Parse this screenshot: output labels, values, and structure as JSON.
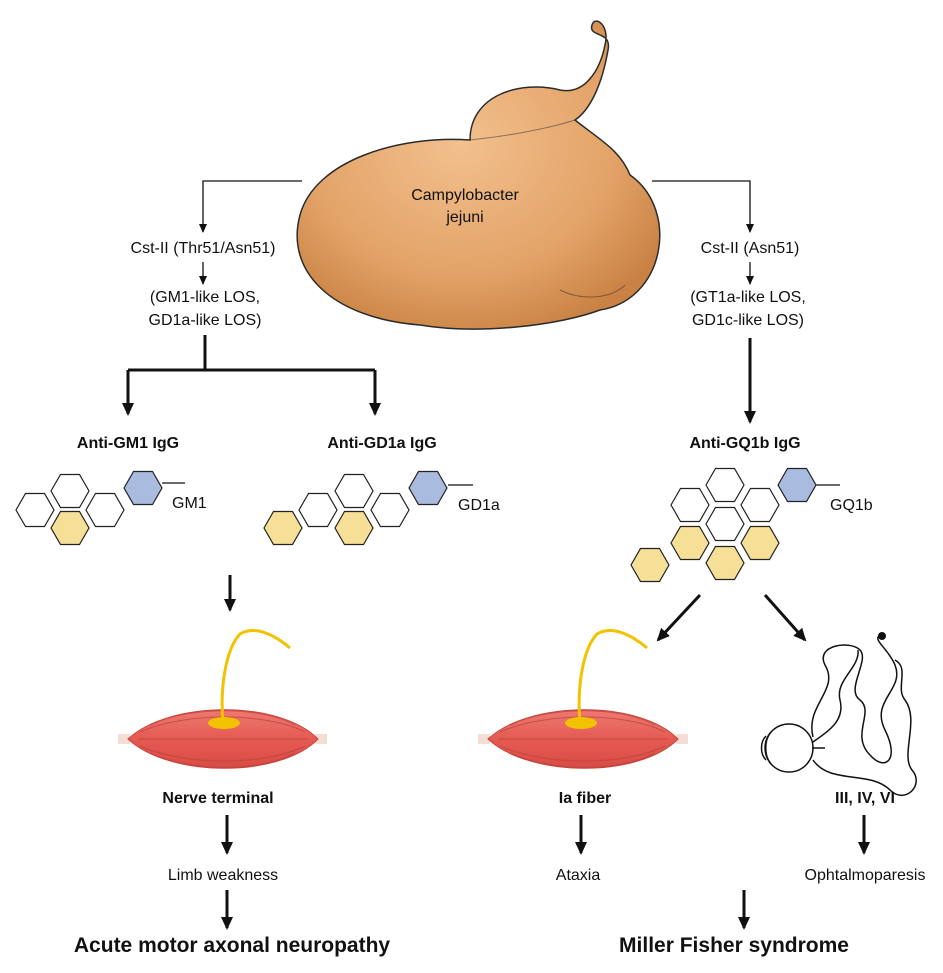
{
  "bacterium": {
    "line1": "Campylobacter",
    "line2": "jejuni"
  },
  "left_branch": {
    "enzyme": "Cst-II (Thr51/Asn51)",
    "los_line1": "(GM1-like LOS,",
    "los_line2": "GD1a-like LOS)",
    "antibody1": "Anti-GM1 IgG",
    "ganglioside1": "GM1",
    "antibody2": "Anti-GD1a IgG",
    "ganglioside2": "GD1a",
    "target": "Nerve terminal",
    "symptom": "Limb weakness",
    "disease": "Acute motor axonal neuropathy"
  },
  "right_branch": {
    "enzyme": "Cst-II (Asn51)",
    "los_line1": "(GT1a-like LOS,",
    "los_line2": "GD1c-like LOS)",
    "antibody": "Anti-GQ1b IgG",
    "ganglioside": "GQ1b",
    "target1": "Ia fiber",
    "symptom1": "Ataxia",
    "target2": "III, IV, VI",
    "symptom2": "Ophtalmoparesis",
    "disease": "Miller Fisher syndrome"
  },
  "colors": {
    "bacterium_fill": "#e3a368",
    "bacterium_stroke": "#2b2b2b",
    "hexagon_yellow": "#f6df97",
    "hexagon_blue": "#a9bce0",
    "hexagon_white": "#ffffff",
    "muscle": "#e8625c",
    "nerve_fiber": "#f2c200"
  },
  "icons": [
    "bacterium-icon",
    "ganglioside-structure-icon",
    "muscle-icon",
    "nerve-fiber-icon",
    "eye-icon",
    "cranial-nerve-icon",
    "arrow-icon"
  ]
}
